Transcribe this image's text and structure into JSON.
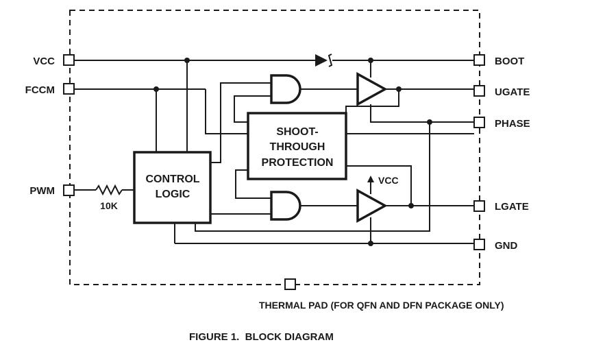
{
  "pins": {
    "vcc": "VCC",
    "fccm": "FCCM",
    "pwm": "PWM",
    "boot": "BOOT",
    "ugate": "UGATE",
    "phase": "PHASE",
    "lgate": "LGATE",
    "gnd": "GND"
  },
  "resistor_label": "10K",
  "blocks": {
    "control_logic": [
      "CONTROL",
      "LOGIC"
    ],
    "shoot_through": [
      "SHOOT-",
      "THROUGH",
      "PROTECTION"
    ]
  },
  "lower_driver_supply": "VCC",
  "thermal_pad_label": "THERMAL PAD (FOR QFN AND DFN PACKAGE ONLY)",
  "caption": "FIGURE 1.  BLOCK DIAGRAM"
}
